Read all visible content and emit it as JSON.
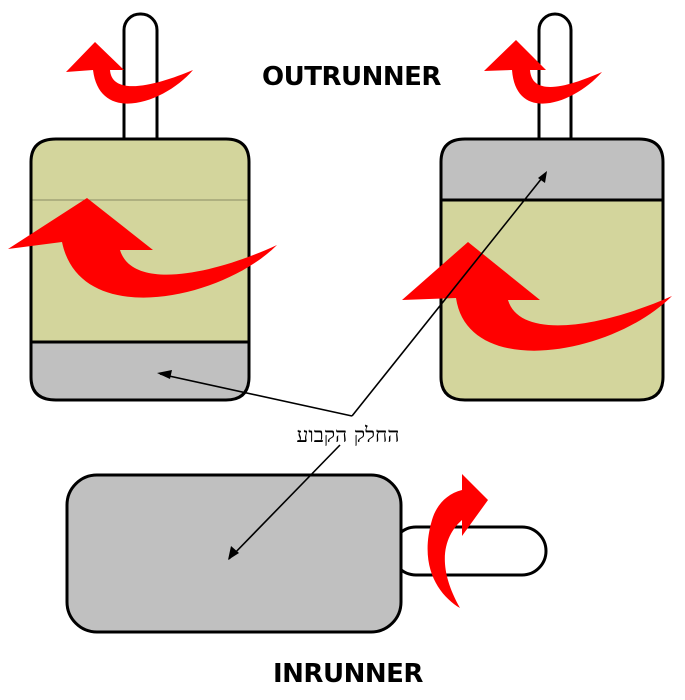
{
  "labels": {
    "outrunner": "OUTRUNNER",
    "inrunner": "INRUNNER",
    "fixed_part": "החלק הקבוע"
  },
  "colors": {
    "rotor_fill": "#d3d59c",
    "stator_fill": "#c0c0c0",
    "outline": "#000000",
    "arrow": "#ff0000",
    "shaft_fill": "#ffffff"
  },
  "icons": {
    "rotation_arrow": "curved-arrow-icon"
  }
}
